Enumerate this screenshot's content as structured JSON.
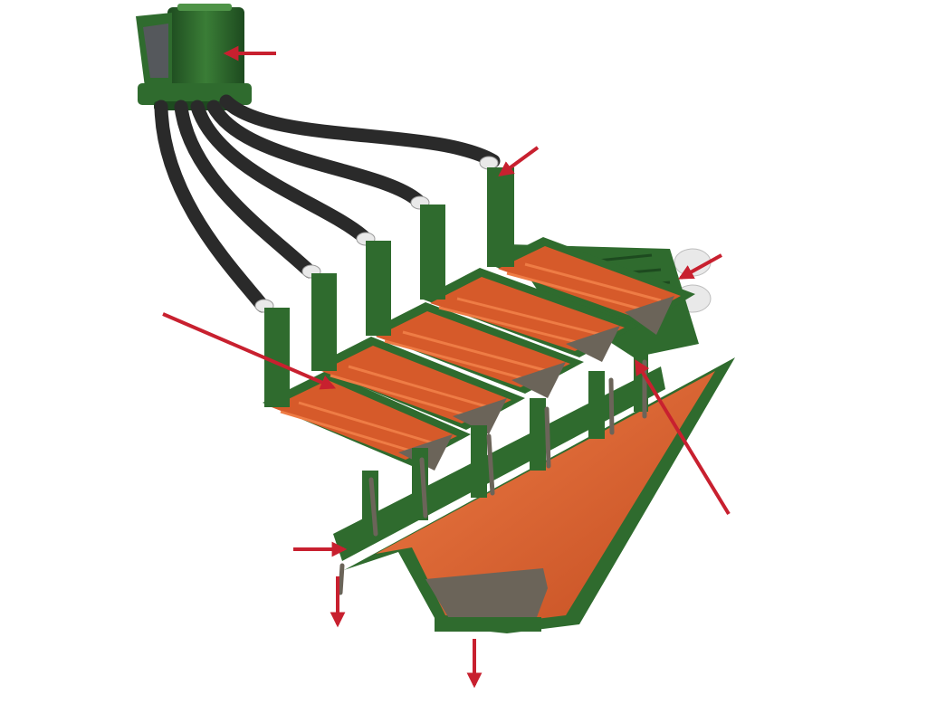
{
  "figure": {
    "kind": "cutaway illustration of a multi-deck screening machine with hose-fed distributor",
    "colors": {
      "frame_green": "#2f6b2e",
      "frame_green_dark": "#1d4a1f",
      "frame_green_light": "#4f9448",
      "liner_orange": "#d65a2a",
      "liner_orange_light": "#ee7c45",
      "hose_black": "#2a2a2a",
      "material_gray": "#6b6459",
      "arrow_red": "#c8202f",
      "coupling_white": "#e9e9e9"
    },
    "screen_decks": 5,
    "hoses": 5,
    "arrows": [
      {
        "id": "distributor-inlet",
        "direction": "left"
      },
      {
        "id": "top-feed-box",
        "direction": "down-left"
      },
      {
        "id": "rear-ports",
        "direction": "down-left"
      },
      {
        "id": "screen-deck",
        "direction": "down-right"
      },
      {
        "id": "discharge-lip",
        "direction": "up-left"
      },
      {
        "id": "oversize-outlet",
        "direction": "right"
      },
      {
        "id": "oversize-drop",
        "direction": "down"
      },
      {
        "id": "hopper-outlet",
        "direction": "down"
      }
    ]
  }
}
